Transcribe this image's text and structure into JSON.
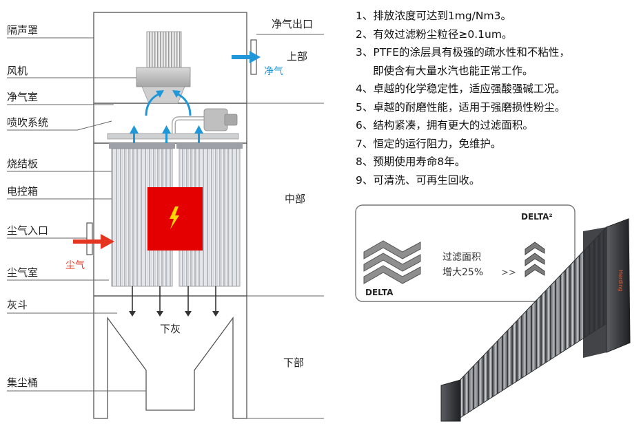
{
  "diagram": {
    "labels_left": {
      "sound_cover": "隔声罩",
      "fan": "风机",
      "clean_chamber": "净气室",
      "pulse_system": "喷吹系统",
      "sintered_plate": "烧结板",
      "control_box": "电控箱",
      "dusty_inlet": "尘气入口",
      "dusty_chamber": "尘气室",
      "ash_hopper": "灰斗",
      "dust_bin": "集尘桶"
    },
    "labels_right": {
      "clean_outlet": "净气出口",
      "upper": "上部",
      "middle": "中部",
      "lower": "下部"
    },
    "flow_labels": {
      "clean_gas": "净气",
      "dusty_gas": "尘气",
      "ash_down": "下灰"
    },
    "colors": {
      "red": "#e53420",
      "blue": "#1f97d8",
      "control_box": "#e50000"
    }
  },
  "features": [
    "1、排放浓度可达到1mg/Nm3。",
    "2、有效过滤粉尘粒径≥0.1um。",
    "3、PTFE的涂层具有极强的疏水性和不粘性，",
    "即使含有大量水汽也能正常工作。",
    "4、卓越的化学稳定性，适应强酸强碱工况。",
    "5、卓越的耐磨性能，适用于强磨损性粉尘。",
    "6、结构紧凑，拥有更大的过滤面积。",
    "7、恒定的运行阻力，免维护。",
    "8、预期使用寿命8年。",
    "9、可清洗、可再生回收。"
  ],
  "comparison": {
    "delta_label": "DELTA",
    "delta2_label": "DELTA²",
    "area_text_line1": "过滤面积",
    "area_text_line2": "增大25%",
    "arrows": ">>",
    "brand_mark": "Herding"
  }
}
